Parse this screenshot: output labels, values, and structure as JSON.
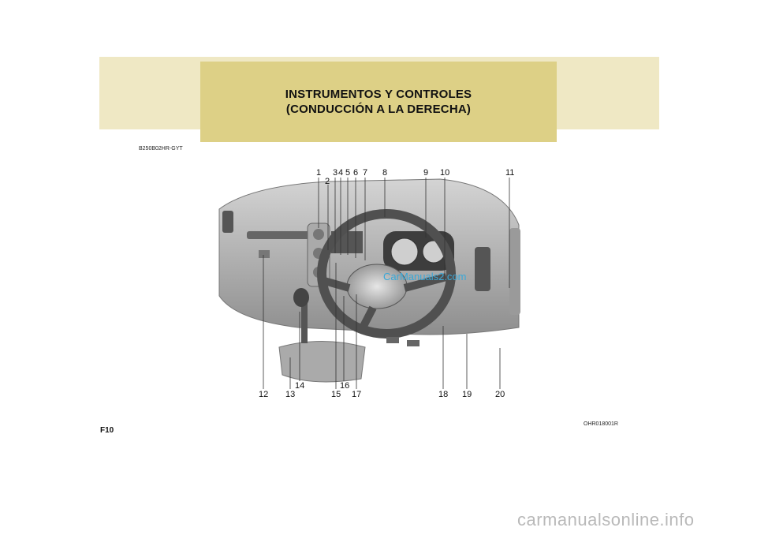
{
  "header": {
    "title_line1": "INSTRUMENTOS Y CONTROLES",
    "title_line2": "(CONDUCCIÓN A LA DERECHA)"
  },
  "section_code": "B250B02HR-GYT",
  "image_code": "OHR018001R",
  "page_number": "F10",
  "watermark_center": "CarManuals2.com",
  "watermark_footer": "carmanualsonline.info",
  "callouts": {
    "n1": "1",
    "n2": "2",
    "n3": "3",
    "n4": "4",
    "n5": "5",
    "n6": "6",
    "n7": "7",
    "n8": "8",
    "n9": "9",
    "n10": "10",
    "n11": "11",
    "n12": "12",
    "n13": "13",
    "n14": "14",
    "n15": "15",
    "n16": "16",
    "n17": "17",
    "n18": "18",
    "n19": "19",
    "n20": "20"
  }
}
